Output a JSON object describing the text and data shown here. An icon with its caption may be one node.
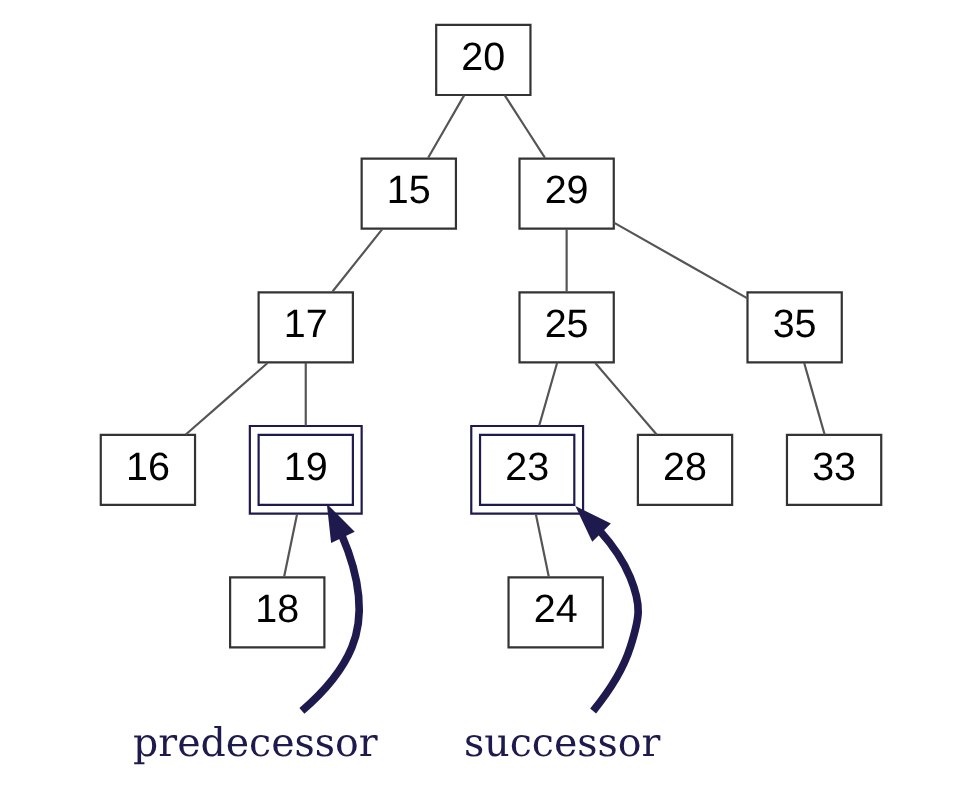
{
  "diagram": {
    "nodes": [
      {
        "text": [
          "20"
        ]
      },
      {
        "text": [
          "15"
        ]
      },
      {
        "text": [
          "29"
        ]
      },
      {
        "text": [
          "17"
        ]
      },
      {
        "text": [
          "25"
        ]
      },
      {
        "text": [
          "35"
        ]
      },
      {
        "text": [
          "16"
        ]
      },
      {
        "text": [
          "19"
        ]
      },
      {
        "text": [
          "23"
        ]
      },
      {
        "text": [
          "28"
        ]
      },
      {
        "text": [
          "33"
        ]
      },
      {
        "text": [
          "18"
        ]
      },
      {
        "text": [
          "24"
        ]
      },
      {
        "text": [
          "predecessor"
        ]
      },
      {
        "text": [
          "successor"
        ]
      }
    ],
    "edges": [
      {
        "from": 0,
        "to": 1,
        "arrow": "none"
      },
      {
        "from": 0,
        "to": 2,
        "arrow": "none"
      },
      {
        "from": 1,
        "to": 3,
        "arrow": "none"
      },
      {
        "from": 2,
        "to": 4,
        "arrow": "none"
      },
      {
        "from": 2,
        "to": 5,
        "arrow": "none"
      },
      {
        "from": 3,
        "to": 6,
        "arrow": "none"
      },
      {
        "from": 3,
        "to": 7,
        "arrow": "none"
      },
      {
        "from": 4,
        "to": 8,
        "arrow": "none"
      },
      {
        "from": 4,
        "to": 9,
        "arrow": "none"
      },
      {
        "from": 5,
        "to": 10,
        "arrow": "none"
      },
      {
        "from": 7,
        "to": 11,
        "arrow": "none"
      },
      {
        "from": 8,
        "to": 12,
        "arrow": "none"
      },
      {
        "from": 13,
        "to": 7,
        "arrow": "to",
        "color": "#1f1a4d",
        "style": "thick"
      },
      {
        "from": 14,
        "to": 8,
        "arrow": "to",
        "color": "#1f1a4d",
        "style": "thick"
      }
    ]
  }
}
